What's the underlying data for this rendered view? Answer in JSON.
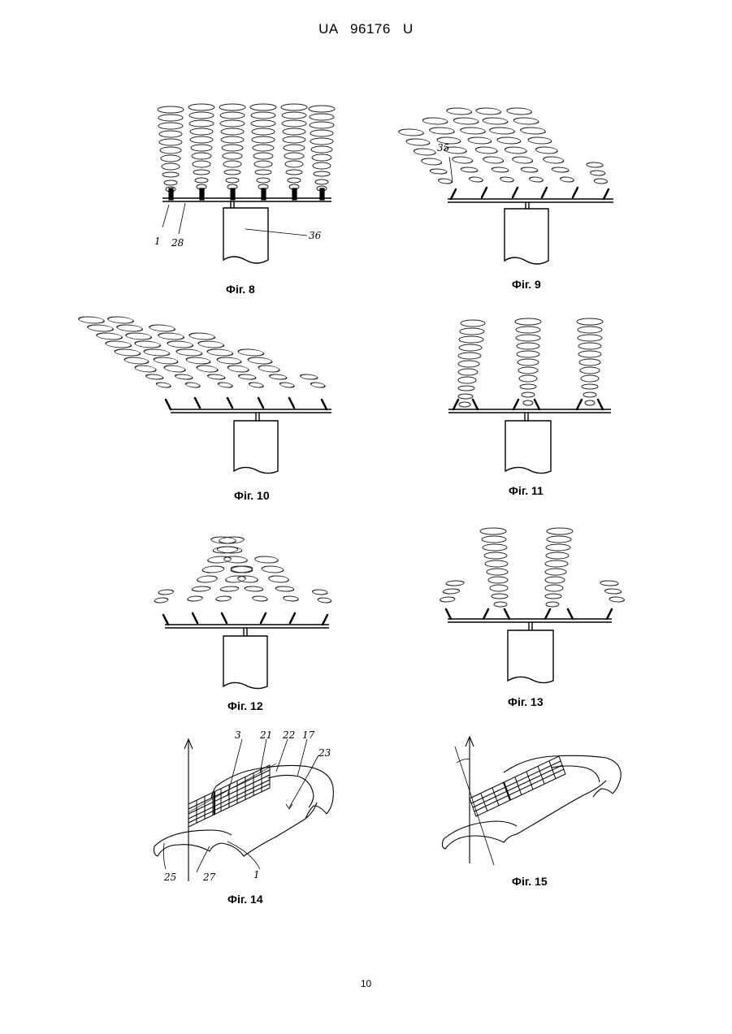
{
  "header": {
    "text": "UA   96176   U"
  },
  "page_number": "10",
  "figures": [
    {
      "caption": "Фіг. 8",
      "refs": [
        "1",
        "28",
        "36"
      ]
    },
    {
      "caption": "Фіг. 9",
      "refs": [
        "35"
      ]
    },
    {
      "caption": "Фіг. 10",
      "refs": []
    },
    {
      "caption": "Фіг. 11",
      "refs": []
    },
    {
      "caption": "Фіг. 12",
      "refs": []
    },
    {
      "caption": "Фіг. 13",
      "refs": []
    },
    {
      "caption": "Фіг. 14",
      "refs": [
        "3",
        "21",
        "22",
        "17",
        "23",
        "25",
        "27",
        "1"
      ]
    },
    {
      "caption": "Фіг. 15",
      "refs": []
    }
  ]
}
